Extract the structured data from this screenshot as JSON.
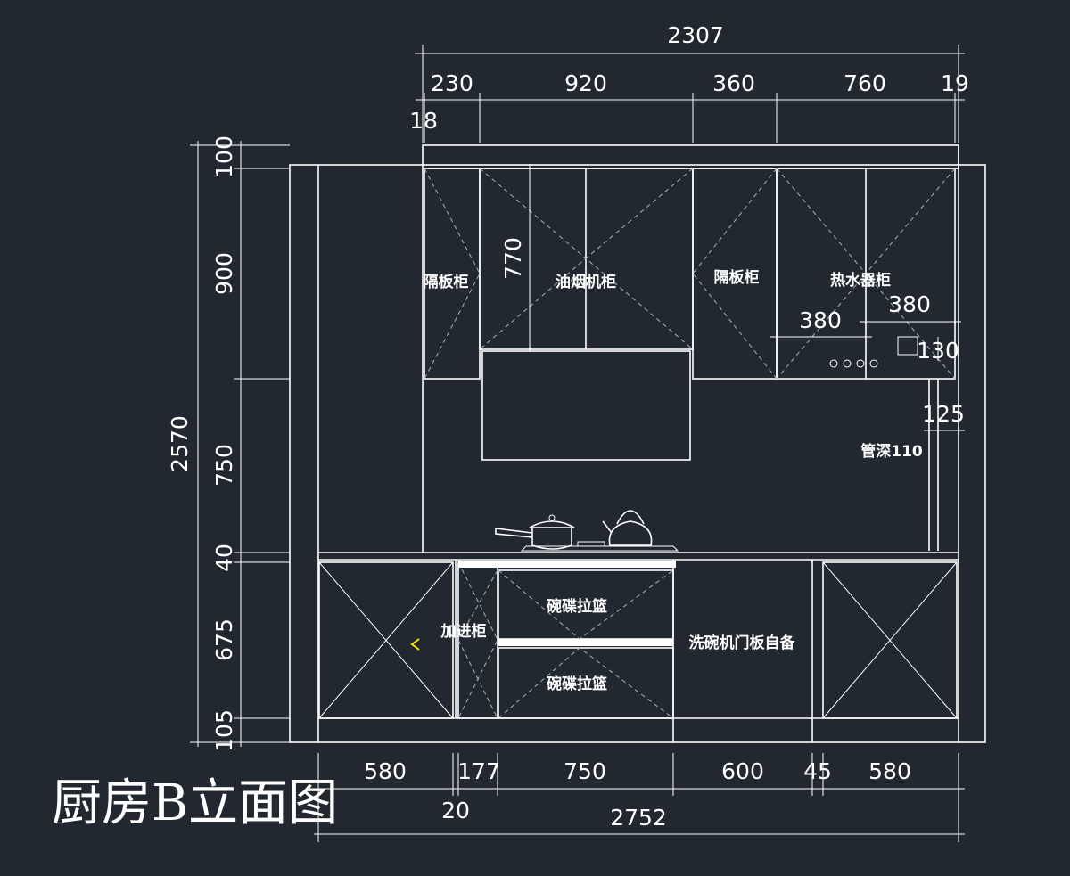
{
  "title": "厨房B立面图",
  "dimensions": {
    "top_total": "2307",
    "top_230": "230",
    "top_920": "920",
    "top_360": "360",
    "top_760": "760",
    "top_19": "19",
    "top_18": "18",
    "left_total": "2570",
    "left_100": "100",
    "left_900": "900",
    "left_750": "750",
    "left_40": "40",
    "left_675": "675",
    "left_105": "105",
    "hood_770": "770",
    "heater_380a": "380",
    "heater_380b": "380",
    "heater_130": "130",
    "pipe_125": "125",
    "bottom_580a": "580",
    "bottom_177": "177",
    "bottom_750": "750",
    "bottom_600": "600",
    "bottom_45": "45",
    "bottom_580b": "580",
    "bottom_20": "20",
    "bottom_total": "2752"
  },
  "labels": {
    "shelf_cabinet_left": "隔板柜",
    "hood_cabinet": "油烟机柜",
    "shelf_cabinet_right": "隔板柜",
    "water_heater_cabinet": "热水器柜",
    "pipe_depth": "管深110",
    "dish_basket_top": "碗碟拉篮",
    "dish_basket_bottom": "碗碟拉篮",
    "filler_cabinet": "加进柜",
    "dishwasher": "洗碗机门板自备"
  },
  "colors": {
    "background": "#212830",
    "line": "#ffffff",
    "hidden_line": "#a9b0b8",
    "arrow": "#ffe600"
  }
}
